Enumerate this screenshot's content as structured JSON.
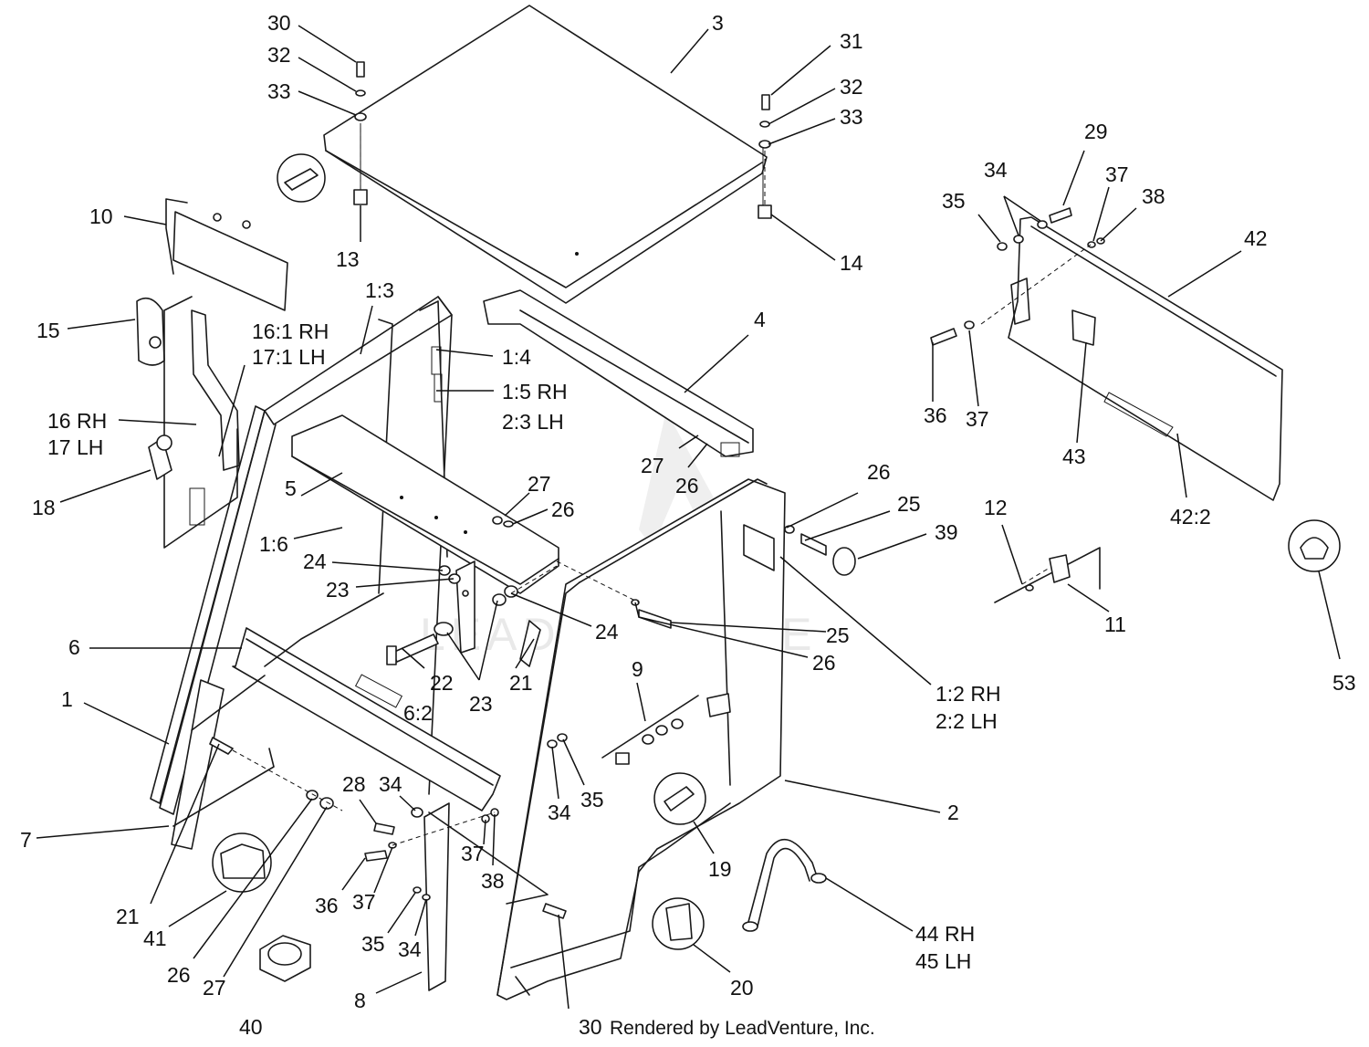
{
  "watermark": {
    "text": "LEADVENTURE"
  },
  "footer": {
    "text": "Rendered by LeadVenture, Inc."
  },
  "callouts": [
    {
      "text": "30"
    },
    {
      "text": "32"
    },
    {
      "text": "33"
    },
    {
      "text": "3"
    },
    {
      "text": "31"
    },
    {
      "text": "32"
    },
    {
      "text": "33"
    },
    {
      "text": "13"
    },
    {
      "text": "14"
    },
    {
      "text": "10"
    },
    {
      "text": "15"
    },
    {
      "text": "16:1 RH"
    },
    {
      "text": "17:1 LH"
    },
    {
      "text": "16 RH"
    },
    {
      "text": "17 LH"
    },
    {
      "text": "18"
    },
    {
      "text": "1:3"
    },
    {
      "text": "1:4"
    },
    {
      "text": "1:5 RH"
    },
    {
      "text": "2:3 LH"
    },
    {
      "text": "4"
    },
    {
      "text": "5"
    },
    {
      "text": "1:6"
    },
    {
      "text": "27"
    },
    {
      "text": "26"
    },
    {
      "text": "27"
    },
    {
      "text": "26"
    },
    {
      "text": "24"
    },
    {
      "text": "23"
    },
    {
      "text": "24"
    },
    {
      "text": "22"
    },
    {
      "text": "23"
    },
    {
      "text": "21"
    },
    {
      "text": "6"
    },
    {
      "text": "6:2"
    },
    {
      "text": "1"
    },
    {
      "text": "7"
    },
    {
      "text": "21"
    },
    {
      "text": "41"
    },
    {
      "text": "26"
    },
    {
      "text": "27"
    },
    {
      "text": "40"
    },
    {
      "text": "28"
    },
    {
      "text": "34"
    },
    {
      "text": "36"
    },
    {
      "text": "37"
    },
    {
      "text": "35"
    },
    {
      "text": "34"
    },
    {
      "text": "8"
    },
    {
      "text": "37"
    },
    {
      "text": "38"
    },
    {
      "text": "34"
    },
    {
      "text": "35"
    },
    {
      "text": "9"
    },
    {
      "text": "25"
    },
    {
      "text": "26"
    },
    {
      "text": "26"
    },
    {
      "text": "25"
    },
    {
      "text": "39"
    },
    {
      "text": "1:2 RH"
    },
    {
      "text": "2:2 LH"
    },
    {
      "text": "2"
    },
    {
      "text": "19"
    },
    {
      "text": "20"
    },
    {
      "text": "44 RH"
    },
    {
      "text": "45 LH"
    },
    {
      "text": "30"
    },
    {
      "text": "29"
    },
    {
      "text": "34"
    },
    {
      "text": "35"
    },
    {
      "text": "37"
    },
    {
      "text": "38"
    },
    {
      "text": "42"
    },
    {
      "text": "36"
    },
    {
      "text": "37"
    },
    {
      "text": "43"
    },
    {
      "text": "42:2"
    },
    {
      "text": "12"
    },
    {
      "text": "11"
    },
    {
      "text": "53"
    }
  ]
}
